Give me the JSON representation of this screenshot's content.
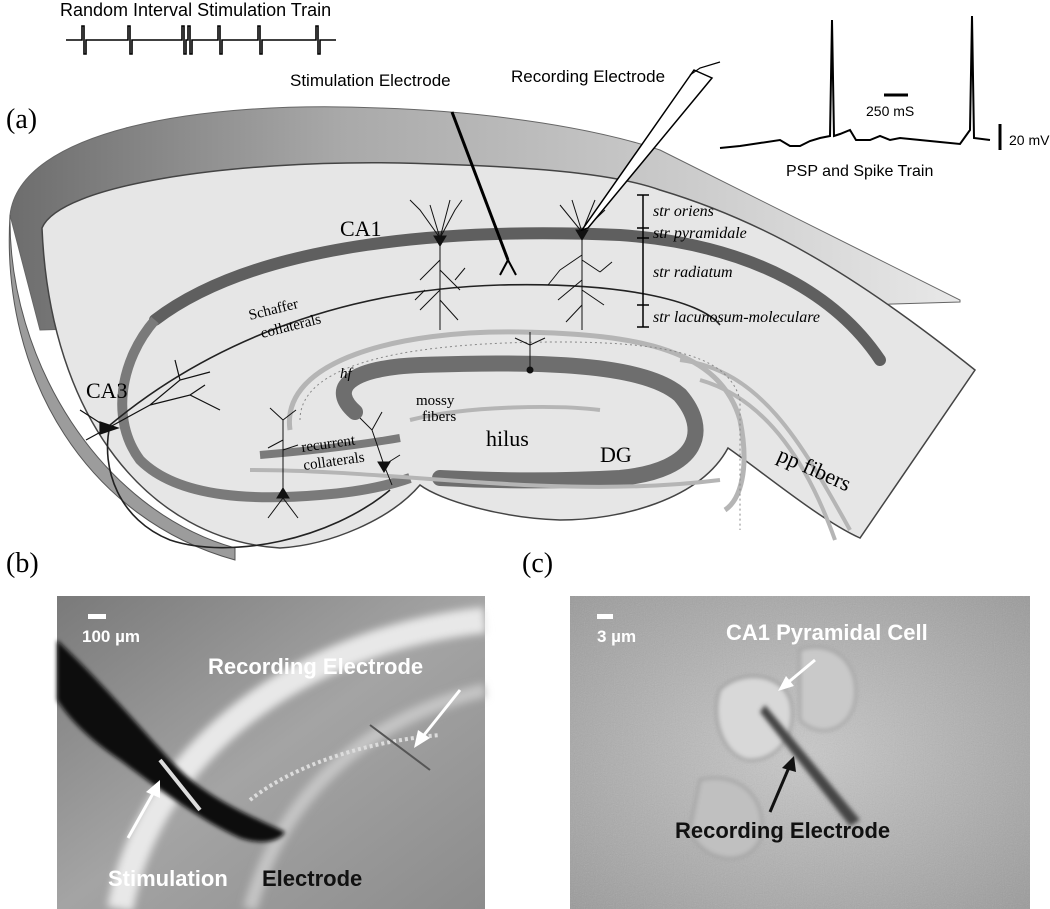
{
  "panels": {
    "a": "(a)",
    "b": "(b)",
    "c": "(c)"
  },
  "stim_train_title": "Random Interval Stimulation Train",
  "stimulation_electrode": "Stimulation Electrode",
  "recording_electrode": "Recording Electrode",
  "trace": {
    "scale_time": "250 mS",
    "scale_voltage": "20 mV",
    "caption": "PSP and Spike Train"
  },
  "regions": {
    "ca1": "CA1",
    "ca3": "CA3",
    "dg": "DG",
    "hilus": "hilus",
    "hf": "hf",
    "pp_fibers": "pp fibers",
    "schaffer_1": "Schaffer",
    "schaffer_2": "collaterals",
    "mossy_1": "mossy",
    "mossy_2": "fibers",
    "recurrent_1": "recurrent",
    "recurrent_2": "collaterals"
  },
  "strata": {
    "oriens": "str oriens",
    "pyramidale": "str pyramidale",
    "radiatum": "str radiatum",
    "lacunosum": "str lacunosum-moleculare"
  },
  "photo_b": {
    "scale": "100 µm",
    "recording": "Recording Electrode",
    "stim_word1": "Stimulation",
    "stim_word2": "Electrode"
  },
  "photo_c": {
    "scale": "3 µm",
    "cell": "CA1 Pyramidal Cell",
    "recording": "Recording Electrode"
  }
}
